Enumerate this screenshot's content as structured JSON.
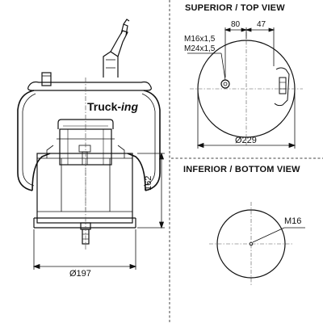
{
  "views": {
    "top_title": "SUPERIOR / TOP VIEW",
    "bottom_title": "INFERIOR / BOTTOM VIEW"
  },
  "brand": {
    "main": "Truck-",
    "suffix": "ing"
  },
  "side_view": {
    "height_label": "162",
    "diameter_label": "Ø197"
  },
  "top_view": {
    "dim_80": "80",
    "dim_47": "47",
    "thread_1": "M16x1,5",
    "thread_2": "M24x1,5",
    "diameter_label": "Ø229"
  },
  "bottom_view": {
    "thread": "M16"
  }
}
